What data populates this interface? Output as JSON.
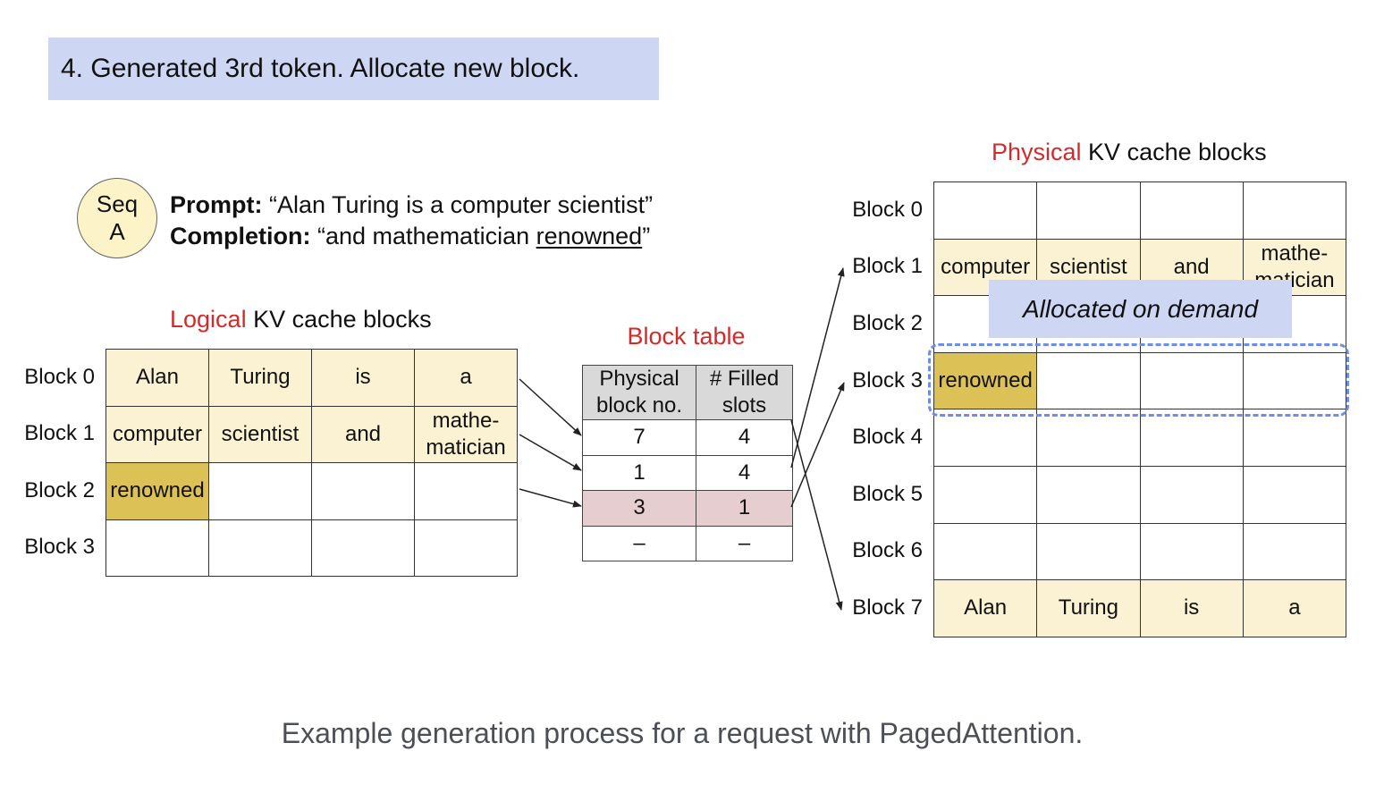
{
  "banner": {
    "text": "4. Generated 3rd token. Allocate new block."
  },
  "sequence": {
    "badge_line1": "Seq",
    "badge_line2": "A",
    "prompt_label": "Prompt:",
    "prompt_text": " “Alan Turing is a computer scientist”",
    "completion_label": "Completion:",
    "completion_text_pre": " “and mathematician ",
    "completion_text_new": "renowned",
    "completion_text_post": "”"
  },
  "logical": {
    "title_highlight": "Logical",
    "title_rest": " KV cache blocks",
    "highlight_color": "#d22b2b",
    "rows": [
      {
        "label": "Block 0",
        "cells": [
          "Alan",
          "Turing",
          "is",
          "a"
        ]
      },
      {
        "label": "Block 1",
        "cells": [
          "computer",
          "scientist",
          "and",
          "mathe-\nmatician"
        ]
      },
      {
        "label": "Block 2",
        "cells": [
          "renowned",
          "",
          "",
          ""
        ]
      },
      {
        "label": "Block 3",
        "cells": [
          "",
          "",
          "",
          ""
        ]
      }
    ]
  },
  "block_table": {
    "title": "Block table",
    "headers": [
      "Physical block no.",
      "# Filled slots"
    ],
    "rows": [
      {
        "physical": "7",
        "filled": "4"
      },
      {
        "physical": "1",
        "filled": "4"
      },
      {
        "physical": "3",
        "filled": "1"
      },
      {
        "physical": "–",
        "filled": "–"
      }
    ]
  },
  "physical": {
    "title_highlight": "Physical",
    "title_rest": " KV cache blocks",
    "rows": [
      {
        "label": "Block 0",
        "cells": [
          "",
          "",
          "",
          ""
        ]
      },
      {
        "label": "Block 1",
        "cells": [
          "computer",
          "scientist",
          "and",
          "mathe-\nmatician"
        ]
      },
      {
        "label": "Block 2",
        "cells": [
          "",
          "",
          "",
          ""
        ]
      },
      {
        "label": "Block 3",
        "cells": [
          "renowned",
          "",
          "",
          ""
        ]
      },
      {
        "label": "Block 4",
        "cells": [
          "",
          "",
          "",
          ""
        ]
      },
      {
        "label": "Block 5",
        "cells": [
          "",
          "",
          "",
          ""
        ]
      },
      {
        "label": "Block 6",
        "cells": [
          "",
          "",
          "",
          ""
        ]
      },
      {
        "label": "Block 7",
        "cells": [
          "Alan",
          "Turing",
          "is",
          "a"
        ]
      }
    ],
    "allocated_note": "Allocated on demand"
  },
  "colors": {
    "banner_bg": "#cdd7f3",
    "filled_cell": "#faf2d2",
    "new_token_cell": "#dcc157",
    "highlight_row": "#e6cdd0",
    "header_bg": "#d9d9d9",
    "dashed_border": "#6e8ee6",
    "title_red": "#d22b2b"
  },
  "caption": "Example generation process for a request with PagedAttention."
}
